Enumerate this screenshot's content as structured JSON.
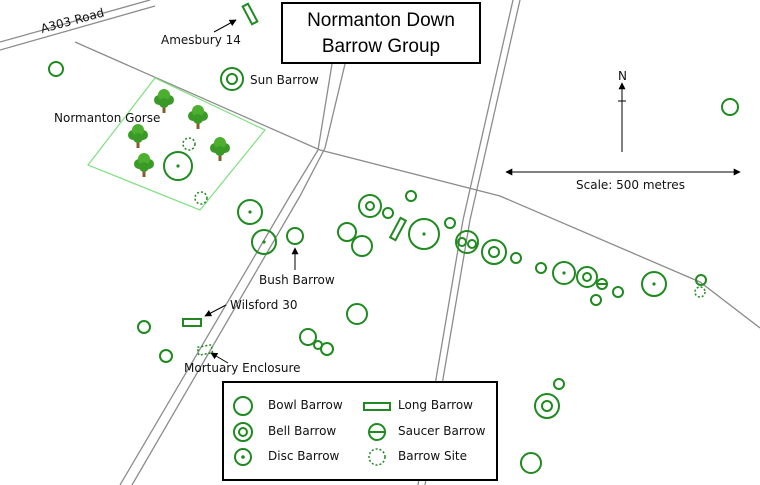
{
  "title": {
    "line1": "Normanton Down",
    "line2": "Barrow Group"
  },
  "labels": {
    "road": "A303 Road",
    "amesbury": "Amesbury 14",
    "sun_barrow": "Sun Barrow",
    "gorse": "Normanton Gorse",
    "bush_barrow": "Bush Barrow",
    "wilsford": "Wilsford 30",
    "mortuary": "Mortuary Enclosure",
    "north": "N",
    "scale": "Scale: 500 metres"
  },
  "legend": {
    "bowl": "Bowl Barrow",
    "bell": "Bell Barrow",
    "disc": "Disc Barrow",
    "long": "Long Barrow",
    "saucer": "Saucer Barrow",
    "site": "Barrow Site"
  },
  "colors": {
    "barrow": "#1f8a1f",
    "gorse_outline": "#7ee07e",
    "tree_canopy": "#3a9a28",
    "tree_trunk": "#8b5a2b",
    "track": "#8c8c8c"
  }
}
